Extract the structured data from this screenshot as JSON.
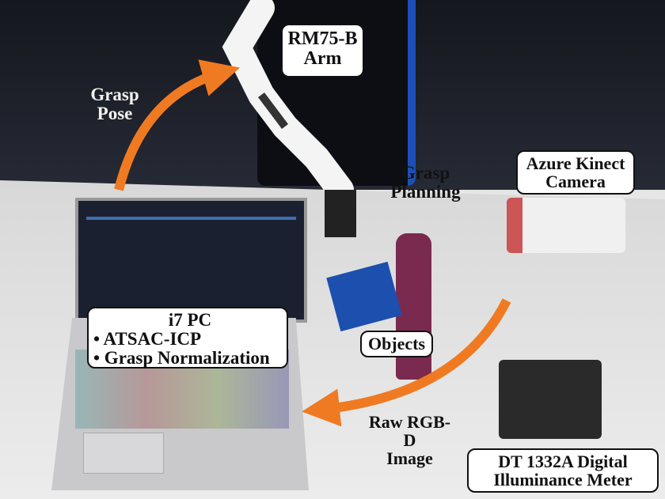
{
  "labels": {
    "arm": [
      "RM75-B",
      "Arm"
    ],
    "grasp_pose": [
      "Grasp",
      "Pose"
    ],
    "grasp_planning": [
      "Grasp",
      "Planning"
    ],
    "camera": [
      "Azure Kinect",
      "Camera"
    ],
    "pc": {
      "title": "i7 PC",
      "bullets": [
        "• ATSAC-ICP",
        "• Grasp Normalization"
      ]
    },
    "objects": "Objects",
    "raw_image": [
      "Raw RGB-D",
      "Image"
    ],
    "meter": [
      "DT 1332A Digital",
      "Illuminance Meter"
    ]
  },
  "colors": {
    "arrow": "#f07a22",
    "wall": "#1c1f28",
    "table": "#e4e4e4"
  }
}
